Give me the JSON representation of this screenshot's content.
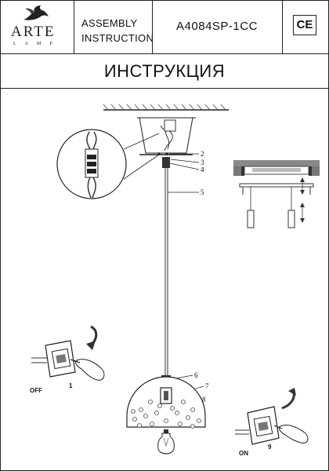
{
  "header": {
    "brand": "ARTE",
    "brand_sub": "LAMP",
    "doc_line1": "ASSEMBLY",
    "doc_line2": "INSTRUCTION",
    "model": "A4084SP-1CC",
    "mark": "CE"
  },
  "title": "ИНСТРУКЦИЯ",
  "diagram": {
    "callouts": [
      "2",
      "3",
      "4",
      "5",
      "6",
      "7",
      "8"
    ],
    "switch_off": {
      "state": "OFF",
      "step": "1"
    },
    "switch_on": {
      "state": "ON",
      "step": "9"
    }
  },
  "icons": [
    "arte-bird-logo",
    "ce-mark",
    "ceiling-canopy",
    "wire-connector-detail",
    "lamp-shade",
    "light-bulb",
    "wall-switch",
    "hand-pointer",
    "arrow-icon"
  ]
}
